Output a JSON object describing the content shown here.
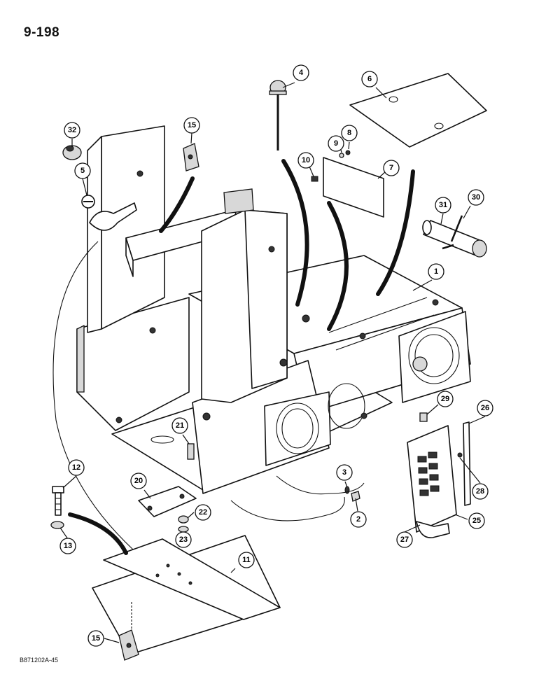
{
  "page": {
    "number": "9-198",
    "diagram_code": "B871202A-45"
  },
  "callouts": [
    "1",
    "2",
    "3",
    "4",
    "5",
    "6",
    "7",
    "8",
    "9",
    "10",
    "11",
    "12",
    "13",
    "15",
    "15",
    "20",
    "21",
    "22",
    "23",
    "25",
    "26",
    "27",
    "28",
    "29",
    "30",
    "31",
    "32"
  ]
}
